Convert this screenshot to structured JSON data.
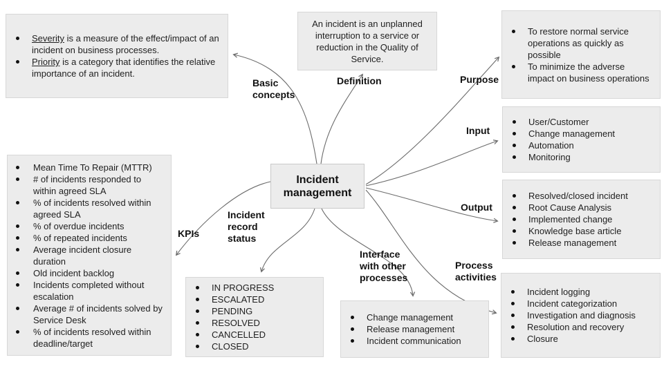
{
  "colors": {
    "box_fill": "#ececec",
    "box_border": "#d7d7d7",
    "arrow": "#6b6b6b",
    "text": "#1e1e1e"
  },
  "center": {
    "title": "Incident\nmanagement"
  },
  "branches": {
    "basic_concepts": {
      "label": "Basic\nconcepts",
      "items": [
        {
          "term": "Severity",
          "rest": " is a measure of the effect/impact of an incident on business processes."
        },
        {
          "term": "Priority",
          "rest": " is a category that identifies the relative importance of an incident."
        }
      ]
    },
    "definition": {
      "label": "Definition",
      "text": "An incident is an unplanned interruption to a service or reduction in the Quality of Service."
    },
    "purpose": {
      "label": "Purpose",
      "items": [
        "To restore normal service operations as quickly as possible",
        "To minimize the adverse impact on business operations"
      ]
    },
    "input": {
      "label": "Input",
      "items": [
        "User/Customer",
        "Change management",
        "Automation",
        "Monitoring"
      ]
    },
    "output": {
      "label": "Output",
      "items": [
        "Resolved/closed incident",
        "Root Cause Analysis",
        "Implemented change",
        "Knowledge base article",
        "Release management"
      ]
    },
    "process_activities": {
      "label": "Process\nactivities",
      "items": [
        "Incident logging",
        "Incident categorization",
        "Investigation and diagnosis",
        "Resolution and recovery",
        "Closure"
      ]
    },
    "interface": {
      "label": "Interface\nwith other\nprocesses",
      "items": [
        "Change management",
        "Release management",
        "Incident communication"
      ]
    },
    "status": {
      "label": "Incident\nrecord\nstatus",
      "items": [
        "IN PROGRESS",
        "ESCALATED",
        "PENDING",
        "RESOLVED",
        "CANCELLED",
        "CLOSED"
      ]
    },
    "kpis": {
      "label": "KPIs",
      "items": [
        "Mean Time To Repair (MTTR)",
        "# of incidents responded to within agreed SLA",
        "% of incidents resolved within agreed SLA",
        "% of overdue incidents",
        "% of repeated incidents",
        "Average incident closure duration",
        "Old incident backlog",
        "Incidents completed without escalation",
        "Average # of incidents solved by Service Desk",
        "% of incidents resolved within deadline/target"
      ]
    }
  }
}
